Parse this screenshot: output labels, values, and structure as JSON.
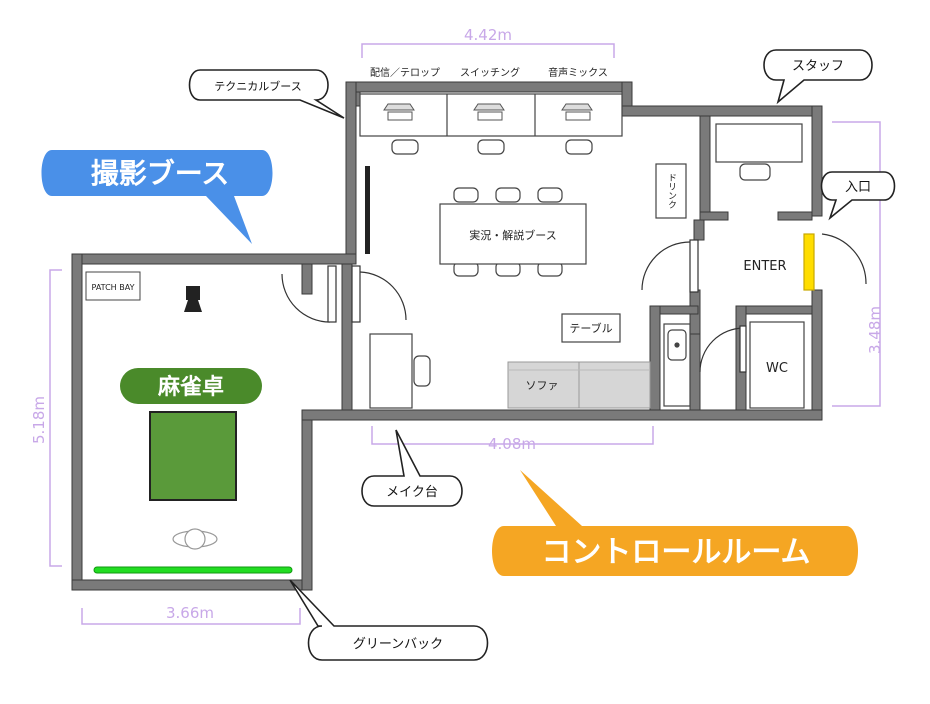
{
  "dimensions": {
    "top_width": "4.42m",
    "left_height": "5.18m",
    "bottom_left_width": "3.66m",
    "bottom_mid_width": "4.08m",
    "right_height": "3.48m"
  },
  "banners": {
    "studio_booth": "撮影ブース",
    "control_room": "コントロールルーム",
    "mahjong_table": "麻雀卓"
  },
  "callouts": {
    "technical_booth": "テクニカルブース",
    "staff": "スタッフ",
    "entrance": "入口",
    "makeup_table": "メイク台",
    "green_back": "グリーンバック"
  },
  "labels": {
    "streaming_telop": "配信／テロップ",
    "switching": "スイッチング",
    "audio_mix": "音声ミックス",
    "commentary_booth": "実況・解説ブース",
    "drink": "ドリンク",
    "table": "テーブル",
    "sofa": "ソファ",
    "enter": "ENTER",
    "wc": "WC",
    "patch_bay": "PATCH BAY"
  },
  "colors": {
    "wall": "#7a7a7a",
    "blue_banner": "#4a90e8",
    "orange_banner": "#f5a623",
    "green_banner": "#4a8a2a",
    "table_green": "#5a9a3a",
    "green_back": "#22dd22",
    "door_yellow": "#ffdd00",
    "sofa_gray": "#d6d6d6",
    "dimension": "#c8a8e8"
  }
}
